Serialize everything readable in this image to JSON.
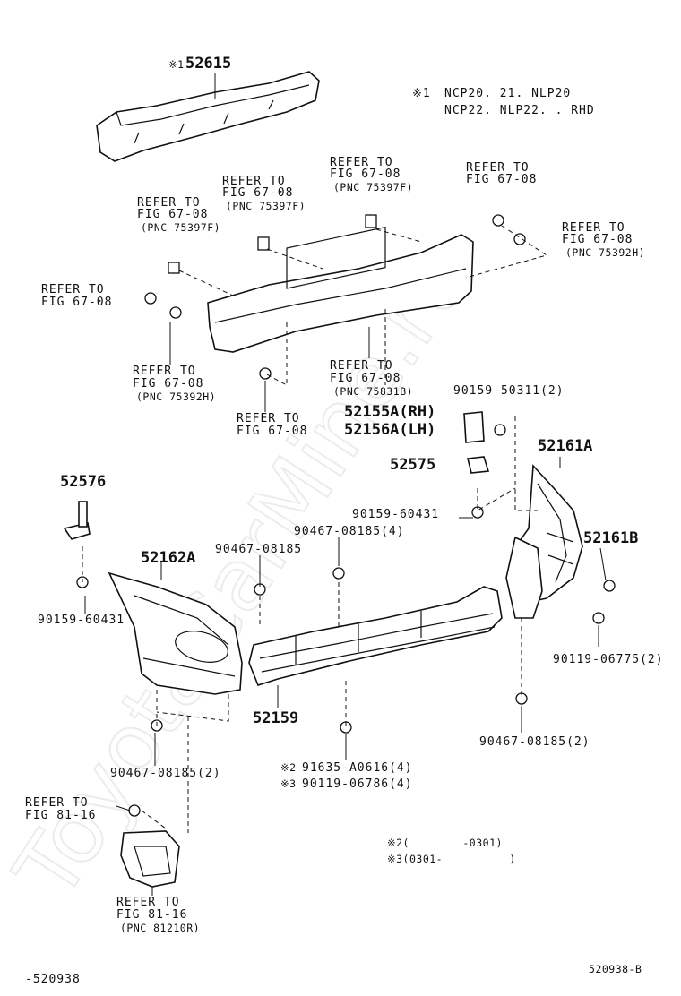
{
  "watermark": "ToyotaCarMine.ru",
  "note": {
    "mark1": "※1",
    "line1": "NCP20. 21. NLP20",
    "line2": "NCP22. NLP22. . RHD",
    "mark2_line": "※2(        -0301)",
    "mark3_line": "※3(0301-          )"
  },
  "parts": {
    "p52615": "52615",
    "p52615_mark": "※1",
    "p52155A": "52155A(RH)",
    "p52156A": "52156A(LH)",
    "p52575": "52575",
    "p52576": "52576",
    "p52161A": "52161A",
    "p52161B": "52161B",
    "p52162A": "52162A",
    "p52159": "52159"
  },
  "fasteners": {
    "f90159_50311": "90159-50311(2)",
    "f90159_60431_r": "90159-60431",
    "f90159_60431_l": "90159-60431",
    "f90467_08185_4": "90467-08185(4)",
    "f90467_08185_s": "90467-08185",
    "f90467_08185_2l": "90467-08185(2)",
    "f90467_08185_2r": "90467-08185(2)",
    "f90119_06775": "90119-06775(2)",
    "f91635": "91635-A0616(4)",
    "f91635_mark": "※2",
    "f90119_06786": "90119-06786(4)",
    "f90119_06786_mark": "※3"
  },
  "refs": {
    "refer_to": "REFER TO",
    "fig_67_08": "FIG 67-08",
    "fig_81_16": "FIG 81-16",
    "pnc_75397F": "(PNC 75397F)",
    "pnc_75392H": "(PNC 75392H)",
    "pnc_75831B": "(PNC 75831B)",
    "pnc_81210R": "(PNC 81210R)"
  },
  "footer": {
    "left_code": "-520938",
    "right_code": "520938-B"
  }
}
